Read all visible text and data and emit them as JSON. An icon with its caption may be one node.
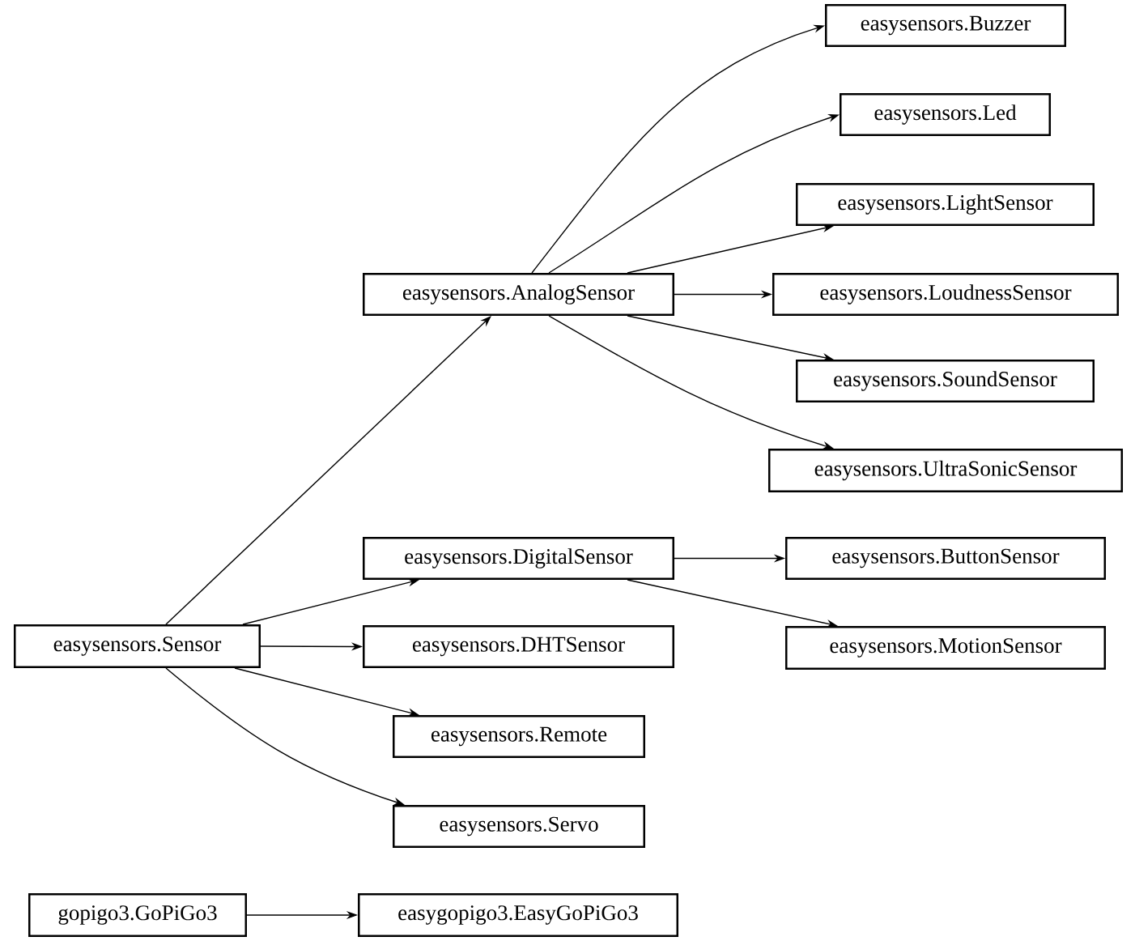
{
  "diagram": {
    "nodes": [
      {
        "text": [
          "easysensors.Sensor"
        ]
      },
      {
        "text": [
          "easysensors.AnalogSensor"
        ]
      },
      {
        "text": [
          "easysensors.DigitalSensor"
        ]
      },
      {
        "text": [
          "easysensors.DHTSensor"
        ]
      },
      {
        "text": [
          "easysensors.Remote"
        ]
      },
      {
        "text": [
          "easysensors.Servo"
        ]
      },
      {
        "text": [
          "easysensors.Buzzer"
        ]
      },
      {
        "text": [
          "easysensors.Led"
        ]
      },
      {
        "text": [
          "easysensors.LightSensor"
        ]
      },
      {
        "text": [
          "easysensors.LoudnessSensor"
        ]
      },
      {
        "text": [
          "easysensors.SoundSensor"
        ]
      },
      {
        "text": [
          "easysensors.UltraSonicSensor"
        ]
      },
      {
        "text": [
          "easysensors.ButtonSensor"
        ]
      },
      {
        "text": [
          "easysensors.MotionSensor"
        ]
      },
      {
        "text": [
          "gopigo3.GoPiGo3"
        ]
      },
      {
        "text": [
          "easygopigo3.EasyGoPiGo3"
        ]
      }
    ],
    "edges": [
      {
        "from": 0,
        "to": 1,
        "arrow": "to"
      },
      {
        "from": 0,
        "to": 2,
        "arrow": "to"
      },
      {
        "from": 0,
        "to": 3,
        "arrow": "to"
      },
      {
        "from": 0,
        "to": 4,
        "arrow": "to"
      },
      {
        "from": 0,
        "to": 5,
        "arrow": "to"
      },
      {
        "from": 1,
        "to": 6,
        "arrow": "to"
      },
      {
        "from": 1,
        "to": 7,
        "arrow": "to"
      },
      {
        "from": 1,
        "to": 8,
        "arrow": "to"
      },
      {
        "from": 1,
        "to": 9,
        "arrow": "to"
      },
      {
        "from": 1,
        "to": 10,
        "arrow": "to"
      },
      {
        "from": 1,
        "to": 11,
        "arrow": "to"
      },
      {
        "from": 2,
        "to": 12,
        "arrow": "to"
      },
      {
        "from": 2,
        "to": 13,
        "arrow": "to"
      },
      {
        "from": 14,
        "to": 15,
        "arrow": "to"
      }
    ]
  }
}
